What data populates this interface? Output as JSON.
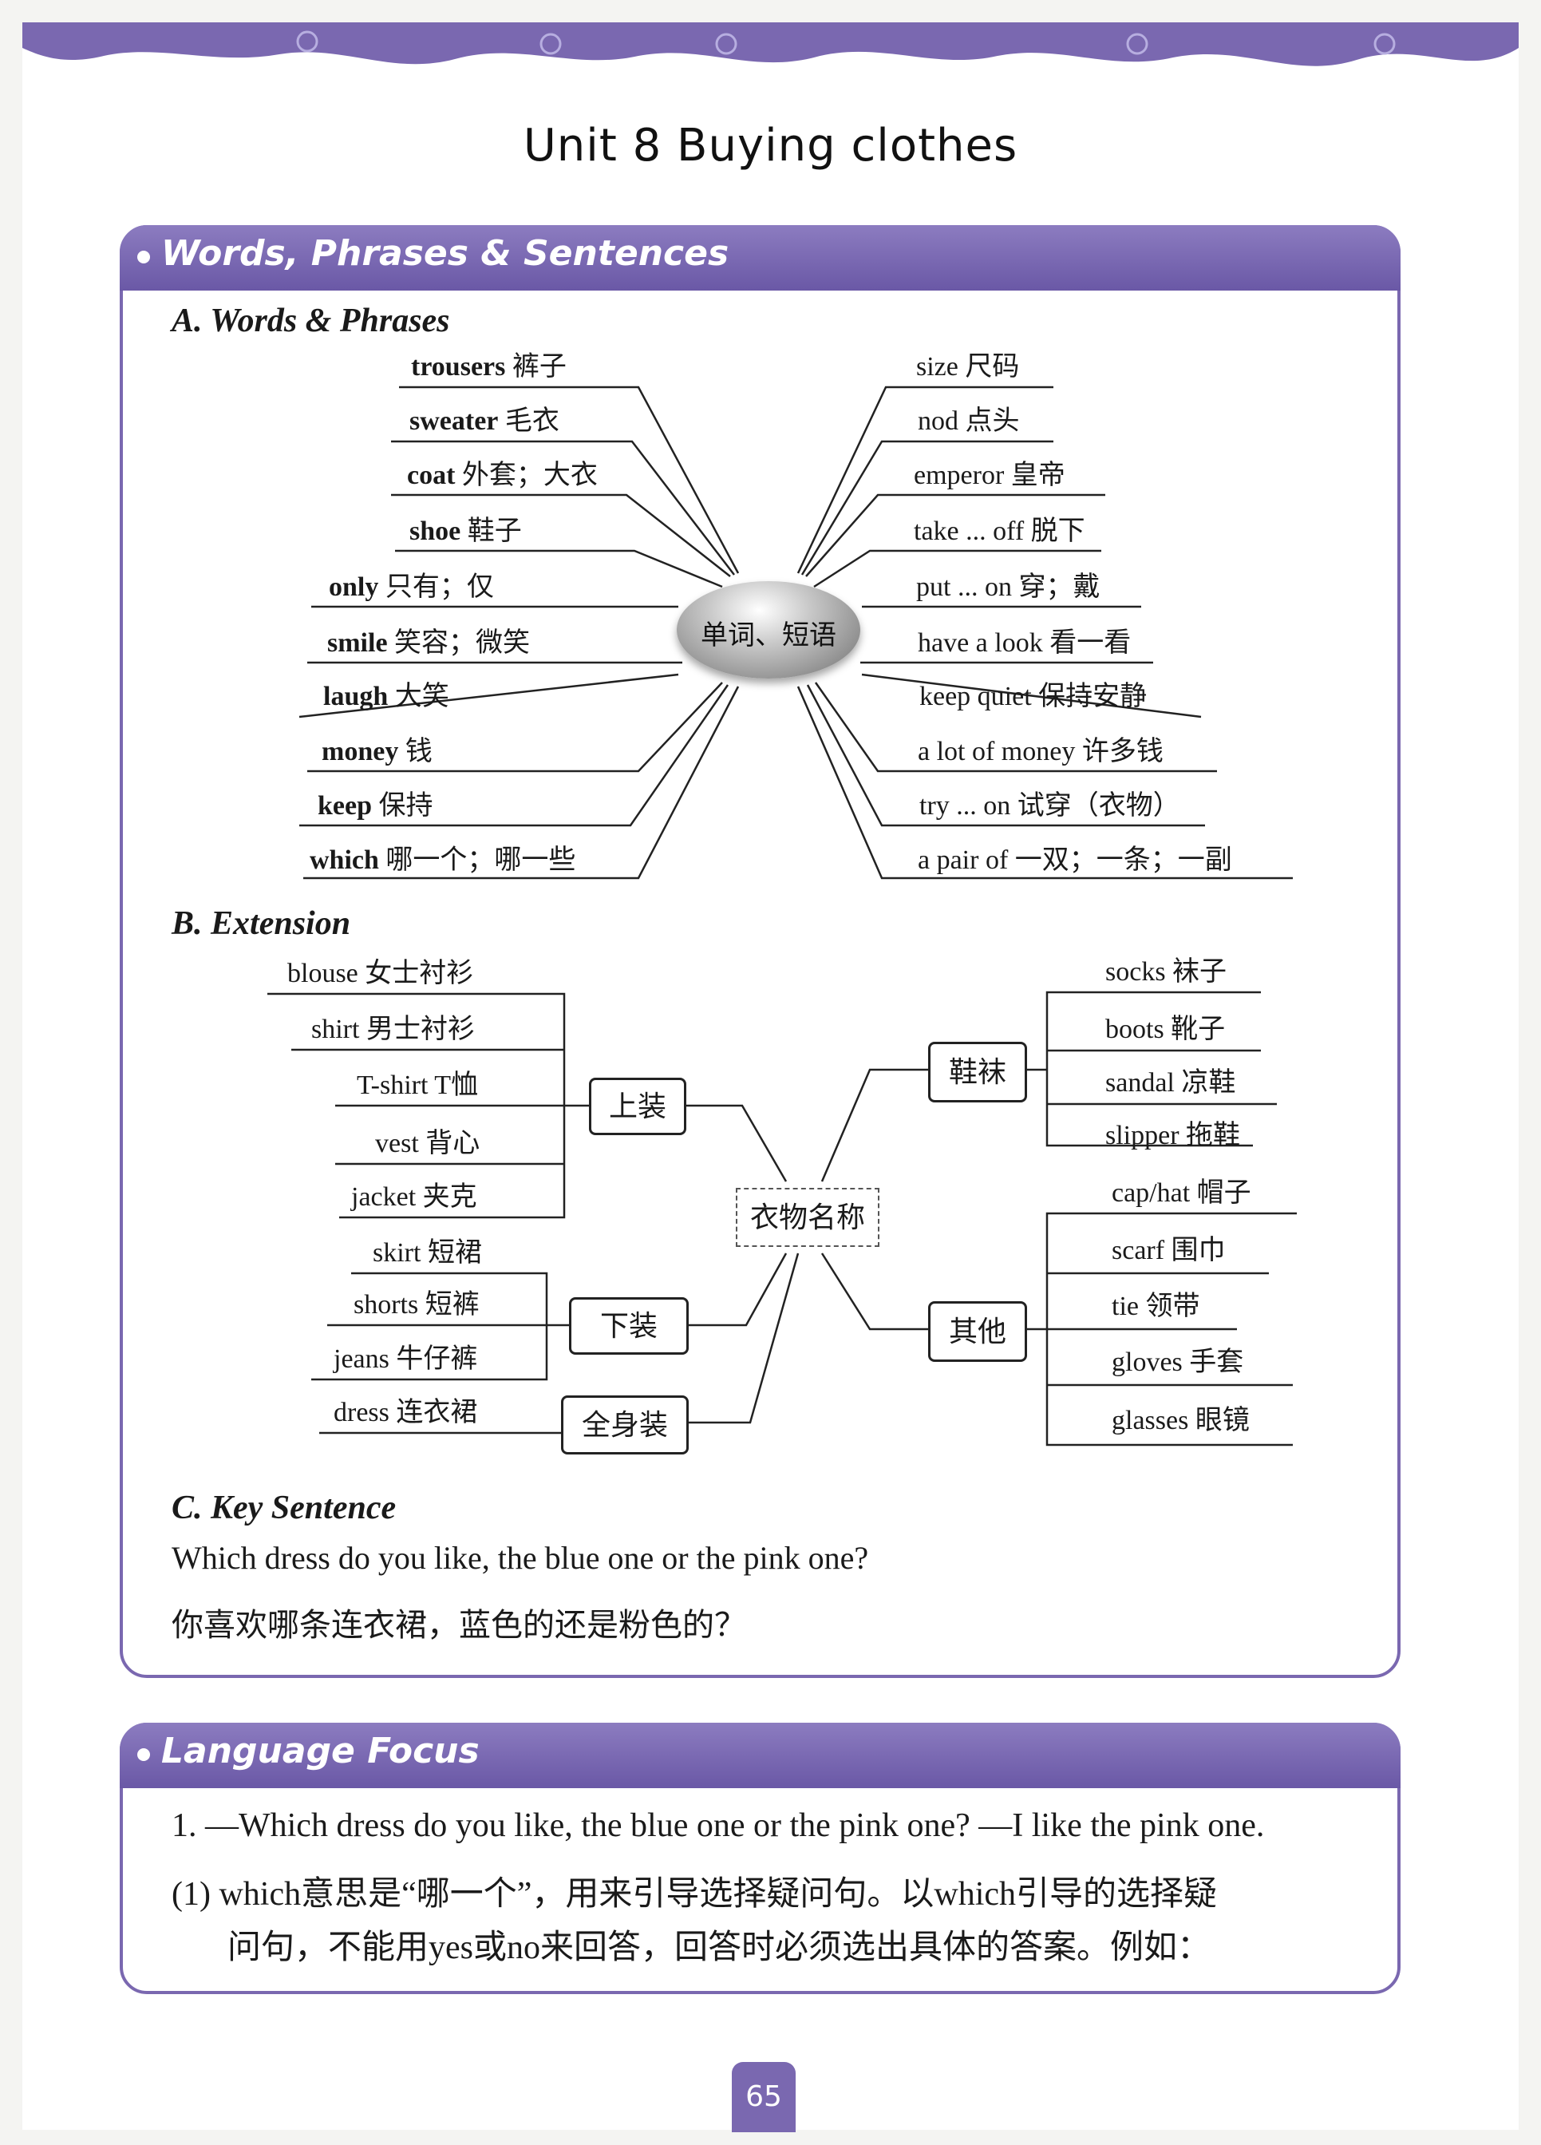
{
  "unit_title": "Unit 8    Buying clothes",
  "section1": {
    "header": "Words, Phrases & Sentences",
    "a_heading": "A. Words & Phrases",
    "center": "单词、短语",
    "left": [
      {
        "en": "trousers",
        "zh": "裤子"
      },
      {
        "en": "sweater",
        "zh": "毛衣"
      },
      {
        "en": "coat",
        "zh": "外套；大衣"
      },
      {
        "en": "shoe",
        "zh": "鞋子"
      },
      {
        "en": "only",
        "zh": "只有；仅"
      },
      {
        "en": "smile",
        "zh": "笑容；微笑"
      },
      {
        "en": "laugh",
        "zh": "大笑"
      },
      {
        "en": "money",
        "zh": "钱"
      },
      {
        "en": "keep",
        "zh": "保持"
      },
      {
        "en": "which",
        "zh": "哪一个；哪一些"
      }
    ],
    "right": [
      {
        "en": "size",
        "zh": "尺码"
      },
      {
        "en": "nod",
        "zh": "点头"
      },
      {
        "en": "emperor",
        "zh": "皇帝"
      },
      {
        "en": "take ... off",
        "zh": "脱下"
      },
      {
        "en": "put ... on",
        "zh": "穿；戴"
      },
      {
        "en": "have a look",
        "zh": "看一看"
      },
      {
        "en": "keep quiet",
        "zh": "保持安静"
      },
      {
        "en": "a lot of money",
        "zh": "许多钱"
      },
      {
        "en": "try ... on",
        "zh": "试穿（衣物）"
      },
      {
        "en": "a pair of",
        "zh": "一双；一条；一副"
      }
    ],
    "b_heading": "B. Extension",
    "ext_center": "衣物名称",
    "groups": {
      "top": {
        "label": "上装",
        "items": [
          "blouse 女士衬衫",
          "shirt 男士衬衫",
          "T-shirt T恤",
          "vest 背心",
          "jacket 夹克"
        ]
      },
      "bottom": {
        "label": "下装",
        "items": [
          "skirt 短裙",
          "shorts 短裤",
          "jeans 牛仔裤"
        ]
      },
      "whole": {
        "label": "全身装",
        "items": [
          "dress 连衣裙"
        ]
      },
      "shoes": {
        "label": "鞋袜",
        "items": [
          "socks 袜子",
          "boots 靴子",
          "sandal 凉鞋",
          "slipper 拖鞋"
        ]
      },
      "other": {
        "label": "其他",
        "items": [
          "cap/hat 帽子",
          "scarf 围巾",
          "tie 领带",
          "gloves 手套",
          "glasses 眼镜"
        ]
      }
    },
    "c_heading": "C. Key Sentence",
    "key_en": "Which dress do you like, the blue one or the pink one?",
    "key_zh": "你喜欢哪条连衣裙，蓝色的还是粉色的？"
  },
  "section2": {
    "header": "Language Focus",
    "line1": "1. —Which dress do you like, the blue one or the pink one?    —I like the pink one.",
    "line2": "(1) which意思是“哪一个”，用来引导选择疑问句。以which引导的选择疑",
    "line3": "问句，不能用yes或no来回答，回答时必须选出具体的答案。例如："
  },
  "page_number": "65",
  "colors": {
    "accent": "#7a68b0",
    "header_bg": "#6a58a6"
  }
}
